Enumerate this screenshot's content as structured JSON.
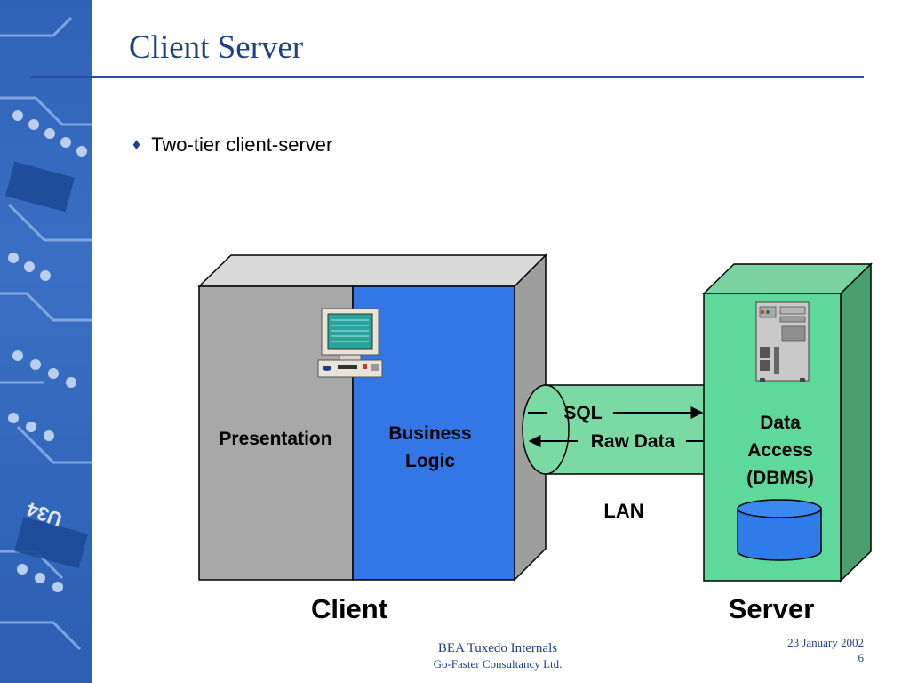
{
  "slide": {
    "title": "Client Server",
    "bullet": "Two-tier client-server"
  },
  "diagram": {
    "client": {
      "label": "Client",
      "presentation": "Presentation",
      "business_logic": [
        "Business",
        "Logic"
      ]
    },
    "server": {
      "label": "Server",
      "data_access": [
        "Data",
        "Access",
        "(DBMS)"
      ]
    },
    "link": {
      "request": "SQL",
      "response": "Raw Data",
      "network": "LAN"
    },
    "sidebar_marking": "U34"
  },
  "footer": {
    "line1": "BEA Tuxedo Internals",
    "line2": "Go-Faster Consultancy Ltd.",
    "date": "23 January 2002",
    "page": "6"
  },
  "colors": {
    "title": "#1f3f86",
    "sidebar": "#3067bb",
    "client_box": "#a9a9a9",
    "business_logic": "#3478e8",
    "server_box": "#5fd79a",
    "lan_pipe": "#79d8a3"
  }
}
